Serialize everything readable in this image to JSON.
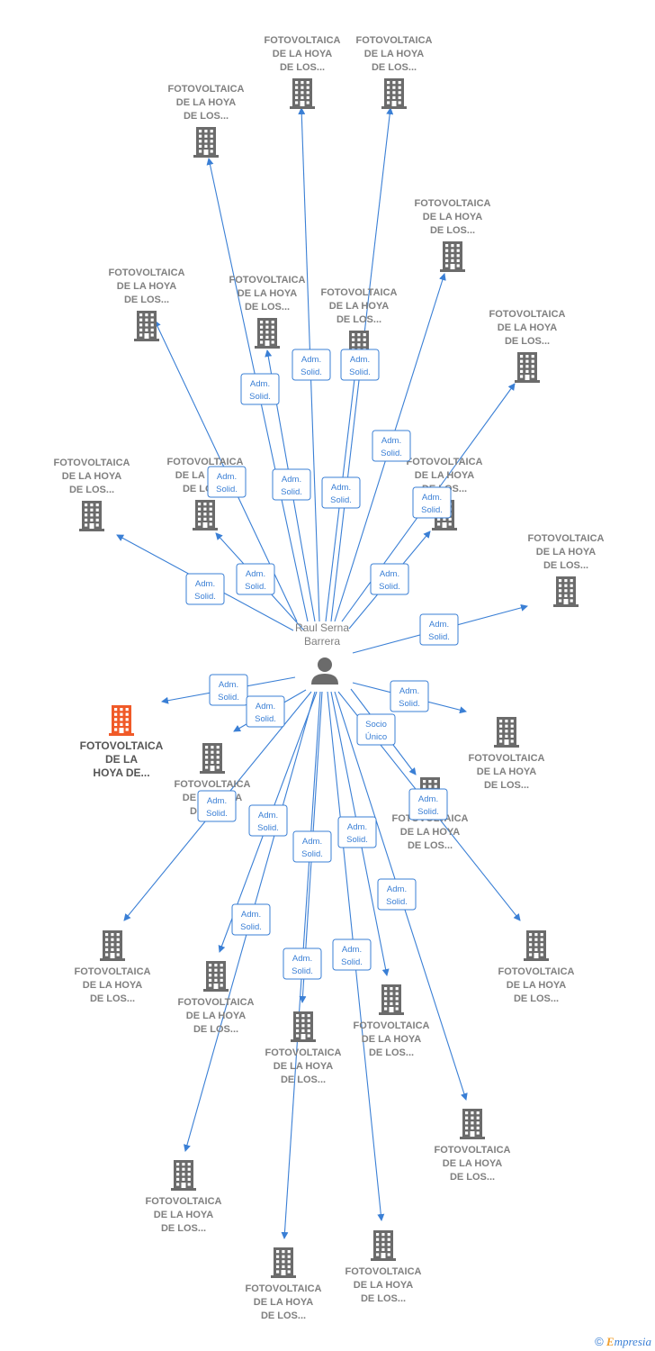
{
  "center": {
    "name_line1": "Raul Serna",
    "name_line2": "Barrera",
    "icon": "person-icon"
  },
  "company_label_lines": [
    "FOTOVOLTAICA",
    "DE LA HOYA",
    "DE LOS..."
  ],
  "highlight_label_lines": [
    "FOTOVOLTAICA",
    "DE LA",
    "HOYA DE..."
  ],
  "relations": {
    "admin": [
      "Adm.",
      "Solid."
    ],
    "socio": [
      "Socio",
      "Único"
    ]
  },
  "colors": {
    "edge": "#3a7fd5",
    "node": "#6b6b6b",
    "highlight": "#f05a28",
    "label": "#808080"
  },
  "footer": {
    "copyright": "©",
    "brand_initial": "E",
    "brand_rest": "mpresia"
  },
  "nodes": [
    {
      "id": "n1",
      "highlight": false,
      "relation": "admin"
    },
    {
      "id": "n2",
      "highlight": false,
      "relation": "admin"
    },
    {
      "id": "n3",
      "highlight": false,
      "relation": "admin"
    },
    {
      "id": "n4",
      "highlight": false,
      "relation": "admin"
    },
    {
      "id": "n5",
      "highlight": false,
      "relation": "admin"
    },
    {
      "id": "n6",
      "highlight": false,
      "relation": "admin"
    },
    {
      "id": "n7",
      "highlight": false,
      "relation": "admin"
    },
    {
      "id": "n8",
      "highlight": false,
      "relation": "admin"
    },
    {
      "id": "n9",
      "highlight": false,
      "relation": "admin"
    },
    {
      "id": "n10",
      "highlight": false,
      "relation": "admin"
    },
    {
      "id": "n11",
      "highlight": false,
      "relation": "admin"
    },
    {
      "id": "n12",
      "highlight": false,
      "relation": "admin"
    },
    {
      "id": "n13",
      "highlight": true,
      "relation": "admin"
    },
    {
      "id": "n14",
      "highlight": false,
      "relation": "admin"
    },
    {
      "id": "n15",
      "highlight": false,
      "relation": "admin"
    },
    {
      "id": "n16",
      "highlight": false,
      "relation": "socio"
    },
    {
      "id": "n17",
      "highlight": false,
      "relation": "admin"
    },
    {
      "id": "n18",
      "highlight": false,
      "relation": "admin"
    },
    {
      "id": "n19",
      "highlight": false,
      "relation": "admin"
    },
    {
      "id": "n20",
      "highlight": false,
      "relation": "admin"
    },
    {
      "id": "n21",
      "highlight": false,
      "relation": "admin"
    },
    {
      "id": "n22",
      "highlight": false,
      "relation": "admin"
    },
    {
      "id": "n23",
      "highlight": false,
      "relation": "admin"
    },
    {
      "id": "n24",
      "highlight": false,
      "relation": "admin"
    },
    {
      "id": "n25",
      "highlight": false,
      "relation": "admin"
    }
  ]
}
